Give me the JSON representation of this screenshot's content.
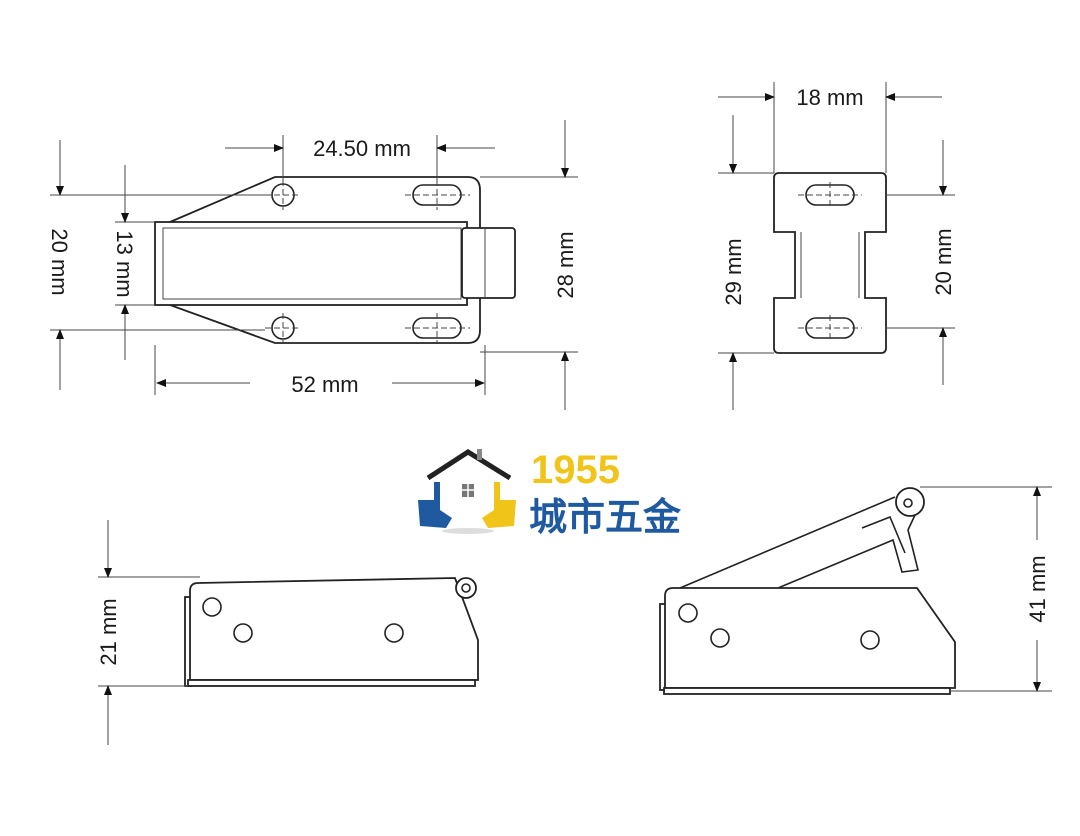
{
  "dimensions": {
    "top_hole_spacing": "24.50 mm",
    "overall_length": "52 mm",
    "left_hole_spacing": "20 mm",
    "body_width": "13 mm",
    "plate_width": "28 mm",
    "end_width": "18 mm",
    "end_height": "29 mm",
    "end_hole_spacing": "20 mm",
    "closed_height": "21 mm",
    "open_height": "41 mm"
  },
  "logo": {
    "number": "1955",
    "name": "城市五金",
    "colors": {
      "yellow": "#f0c419",
      "blue": "#1f5aa0",
      "roof": "#222222"
    }
  }
}
